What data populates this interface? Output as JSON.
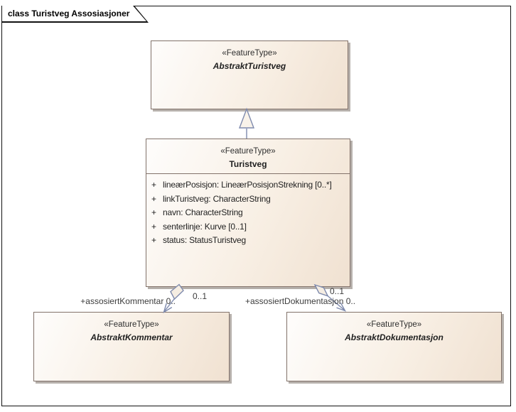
{
  "title_tab": {
    "label": "class Turistveg Assosiasjoner"
  },
  "colors": {
    "box_fill_light": "#fefdfc",
    "box_fill_dark": "#f0e1d1",
    "box_border": "#82726a",
    "connector_line": "#7e8aad",
    "box_shadow": "#b6b0ab"
  },
  "classes": [
    {
      "stereotype": "«FeatureType»",
      "name": "AbstraktTuristveg"
    },
    {
      "stereotype": "«FeatureType»",
      "name": "Turistveg",
      "attributes": [
        {
          "vis": "+",
          "text": "lineærPosisjon: LineærPosisjonStrekning [0..*]"
        },
        {
          "vis": "+",
          "text": "linkTuristveg: CharacterString"
        },
        {
          "vis": "+",
          "text": "navn: CharacterString"
        },
        {
          "vis": "+",
          "text": "senterlinje: Kurve [0..1]"
        },
        {
          "vis": "+",
          "text": "status: StatusTuristveg"
        }
      ]
    },
    {
      "stereotype": "«FeatureType»",
      "name": "AbstraktKommentar"
    },
    {
      "stereotype": "«FeatureType»",
      "name": "AbstraktDokumentasjon"
    }
  ],
  "relations": {
    "generalization": {
      "from": "Turistveg",
      "to": "AbstraktTuristveg"
    },
    "kommentar": {
      "role_label": "+assosiertKommentar 0..",
      "source_multiplicity": "0..1"
    },
    "dokumentasjon": {
      "role_label": "+assosiertDokumentasjon 0..",
      "source_multiplicity": "0..1"
    }
  }
}
